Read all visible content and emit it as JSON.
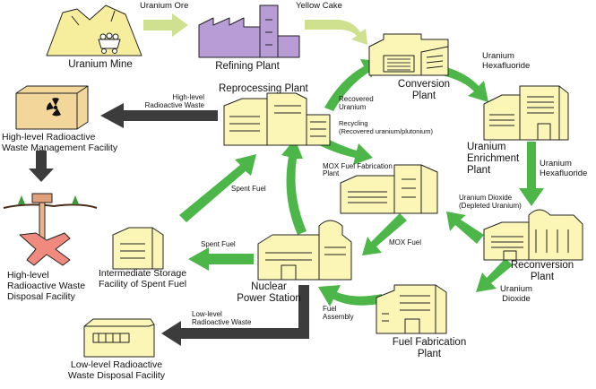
{
  "diagram": {
    "facilities": {
      "uranium_mine": "Uranium Mine",
      "refining_plant": "Refining Plant",
      "conversion_plant": "Conversion\nPlant",
      "uranium_enrichment_plant": "Uranium\nEnrichment\nPlant",
      "reconversion_plant": "Reconversion\nPlant",
      "fuel_fabrication_plant": "Fuel Fabrication\nPlant",
      "nuclear_power_station": "Nuclear\nPower Station",
      "reprocessing_plant": "Reprocessing Plant",
      "mox_fuel_fabrication_plant": "MOX Fuel Fabrication\nPlant",
      "intermediate_storage": "Intermediate Storage\nFacility of Spent Fuel",
      "hlw_management": "High-level Radioactive\nWaste Management Facility",
      "hlw_disposal": "High-level\nRadioactive Waste\nDisposal Facility",
      "llw_disposal": "Low-level Radioactive\nWaste Disposal Facility"
    },
    "flows": {
      "uranium_ore": "Uranium Ore",
      "yellow_cake": "Yellow Cake",
      "uranium_hexafluoride_1": "Uranium\nHexafluoride",
      "uranium_hexafluoride_2": "Uranium\nHexafluoride",
      "uranium_dioxide": "Uranium\nDioxide",
      "fuel_assembly": "Fuel\nAssembly",
      "mox_fuel": "MOX Fuel",
      "spent_fuel_up": "Spent Fuel",
      "spent_fuel_left": "Spent Fuel",
      "recovered_uranium": "Recovered\nUranium",
      "recycling": "Recycling\n(Recovered uranium/plutonium)",
      "uranium_dioxide_depleted": "Uranium Dioxide\n(Depleted Uranium)",
      "hlw": "High-level\nRadioactive Waste",
      "llw": "Low-level\nRadioactive Waste"
    },
    "colors": {
      "arrow_green": "#4cb648",
      "arrow_dark": "#3c3c3c",
      "building_fill": "#fbf6b6",
      "mine_fill": "#f6ee9c",
      "refinery_fill": "#b89cd6",
      "hlw_facility_fill": "#f3d79a",
      "arrow_pale": "#cfe08f"
    },
    "icons": [
      "radiation-icon",
      "mine-cart-icon",
      "tree-icon"
    ]
  }
}
